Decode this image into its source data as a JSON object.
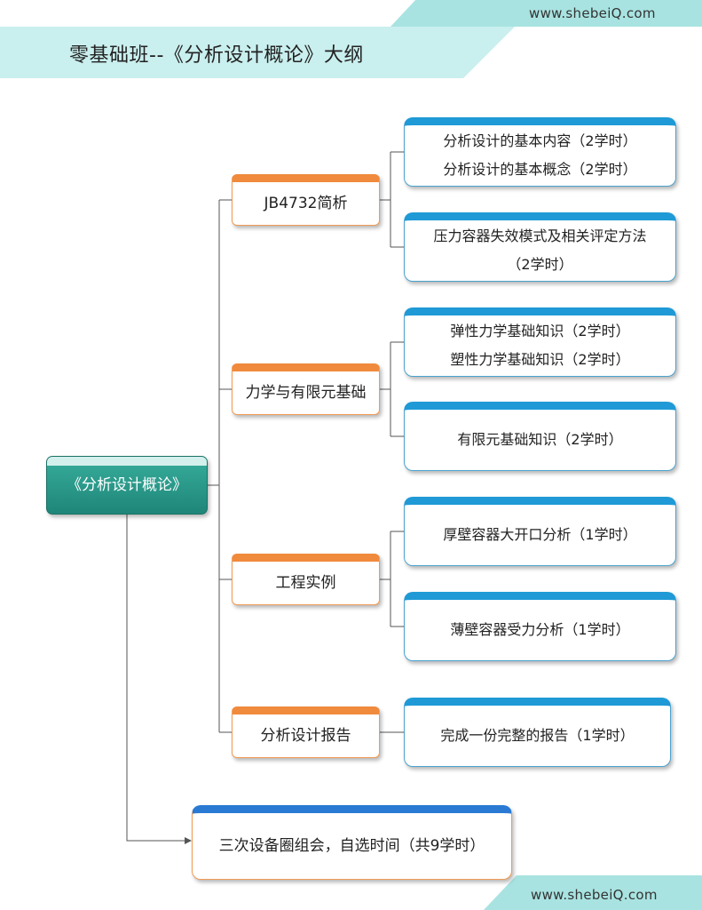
{
  "header": {
    "site_top": "www.shebeiQ.com",
    "title": "零基础班--《分析设计概论》大纲",
    "site_bottom": "www.shebeiQ.com"
  },
  "outline": {
    "root": "《分析设计概论》",
    "categories": [
      {
        "label": "JB4732简析",
        "topics": [
          {
            "lines": [
              "分析设计的基本内容（2学时）",
              "分析设计的基本概念（2学时）"
            ]
          },
          {
            "lines": [
              "压力容器失效模式及相关评定方法",
              "（2学时）"
            ]
          }
        ]
      },
      {
        "label": "力学与有限元基础",
        "topics": [
          {
            "lines": [
              "弹性力学基础知识（2学时）",
              "塑性力学基础知识（2学时）"
            ]
          },
          {
            "lines": [
              "有限元基础知识（2学时）"
            ]
          }
        ]
      },
      {
        "label": "工程实例",
        "topics": [
          {
            "lines": [
              "厚壁容器大开口分析（1学时）"
            ]
          },
          {
            "lines": [
              "薄壁容器受力分析（1学时）"
            ]
          }
        ]
      },
      {
        "label": "分析设计报告",
        "topics": [
          {
            "lines": [
              "完成一份完整的报告（1学时）"
            ]
          }
        ]
      }
    ],
    "meeting": "三次设备圈组会，自选时间（共9学时）"
  },
  "colors": {
    "root_fill": "#1f8679",
    "category_accent": "#f08a3c",
    "topic_accent": "#1f9ad6",
    "banner": "#a8e3e1",
    "connector": "#555555"
  }
}
